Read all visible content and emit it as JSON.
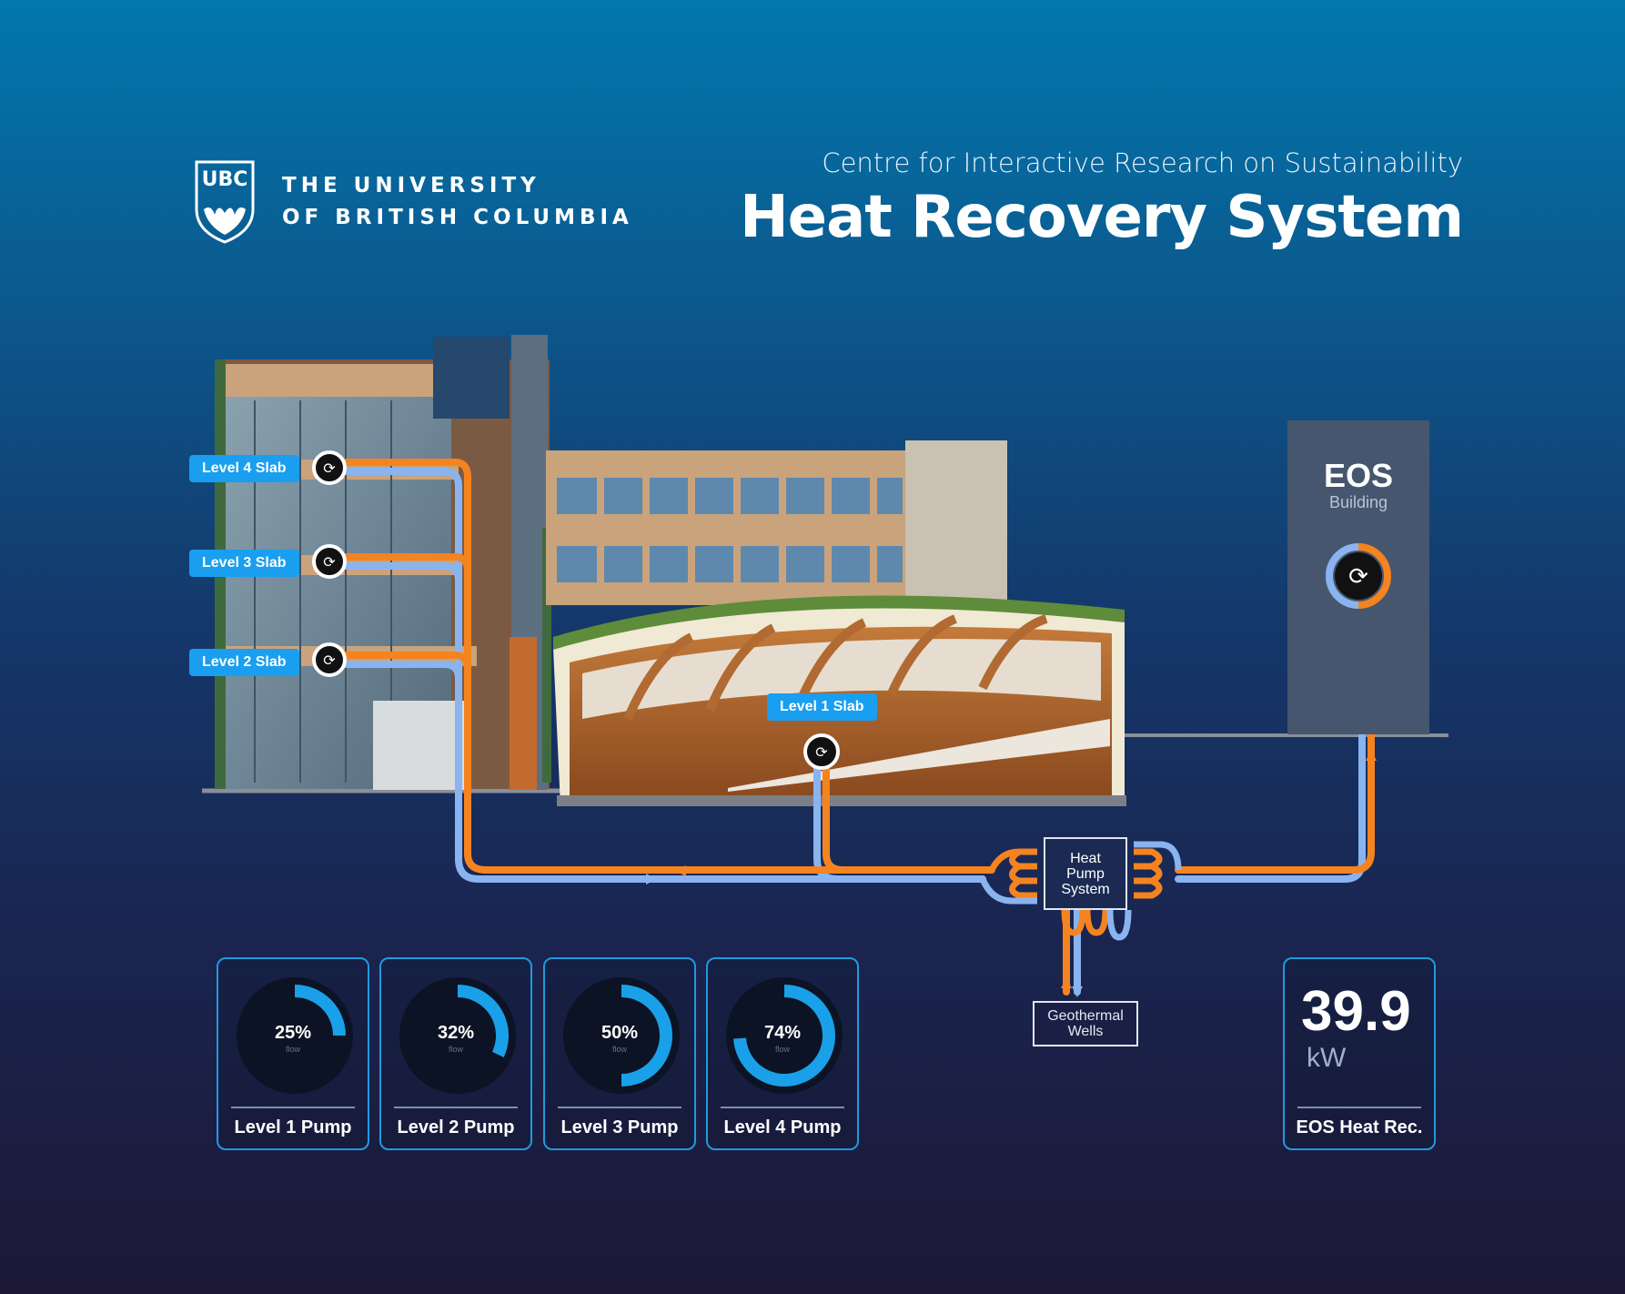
{
  "logo": {
    "crest_text": "UBC",
    "line1": "THE UNIVERSITY",
    "line2": "OF BRITISH COLUMBIA"
  },
  "header": {
    "subtitle": "Centre for Interactive Research on Sustainability",
    "title": "Heat Recovery System"
  },
  "slabs": [
    {
      "label": "Level 4 Slab"
    },
    {
      "label": "Level 3 Slab"
    },
    {
      "label": "Level 2 Slab"
    },
    {
      "label": "Level 1 Slab"
    }
  ],
  "eos": {
    "title": "EOS",
    "subtitle": "Building"
  },
  "heat_pump": {
    "label": "Heat Pump System"
  },
  "geothermal": {
    "label": "Geothermal Wells"
  },
  "pumps": [
    {
      "label": "Level 1 Pump",
      "value": 25,
      "pct": "25%",
      "unit": "flow"
    },
    {
      "label": "Level 2 Pump",
      "value": 32,
      "pct": "32%",
      "unit": "flow"
    },
    {
      "label": "Level 3 Pump",
      "value": 50,
      "pct": "50%",
      "unit": "flow"
    },
    {
      "label": "Level 4 Pump",
      "value": 74,
      "pct": "74%",
      "unit": "flow"
    }
  ],
  "heat_recovery": {
    "value": "39.9",
    "unit": "kW",
    "label": "EOS Heat Rec."
  },
  "colors": {
    "hot_loop": "#f5831f",
    "cold_loop": "#8ab4f0",
    "accent": "#1a9ef0",
    "gauge": "#1aa0e8"
  }
}
